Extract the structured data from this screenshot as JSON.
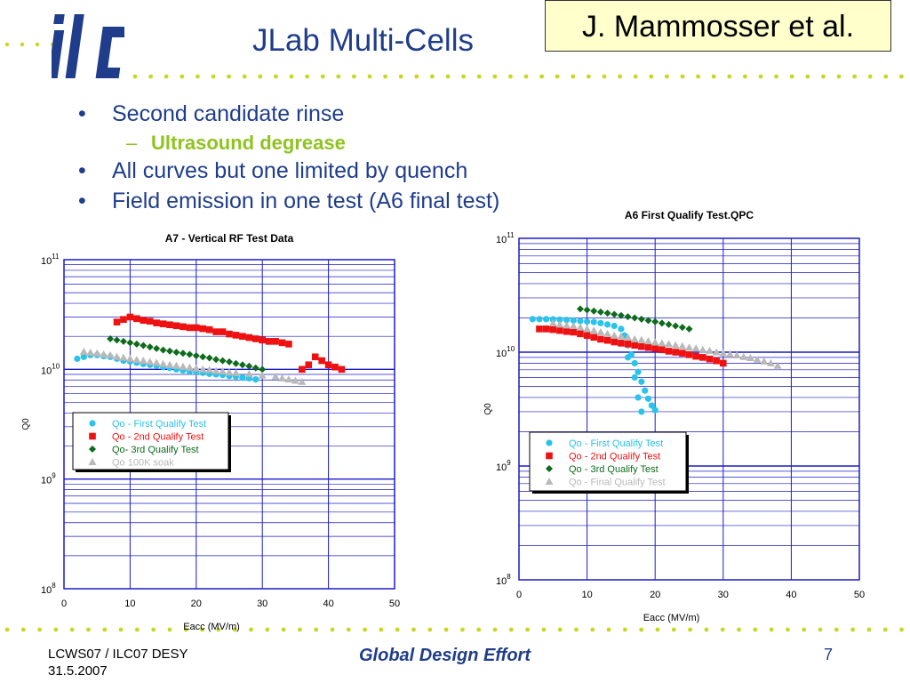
{
  "header": {
    "title": "JLab Multi-Cells",
    "author": "J. Mammosser et al."
  },
  "bullets": [
    {
      "text": "Second candidate rinse",
      "sub": "Ultrasound degrease"
    },
    {
      "text": "All curves but one limited by quench"
    },
    {
      "text": "Field emission in one test (A6 final test)"
    }
  ],
  "footer": {
    "conference": "LCWS07 / ILC07 DESY",
    "date": "31.5.2007",
    "center": "Global Design Effort",
    "page": "7"
  },
  "colors": {
    "title_blue": "#1f3d8a",
    "accent_green": "#8fc31f",
    "dot_yellow": "#c8d820",
    "grid_blue": "#1a1acc",
    "cyan": "#29c3ec",
    "red": "#ee1111",
    "green": "#0e6b1c",
    "gray": "#b9b9b9"
  },
  "chart_data": [
    {
      "type": "scatter",
      "title": "A7 - Vertical RF Test Data",
      "xlabel": "Eacc (MV/m)",
      "ylabel": "Q0",
      "xlim": [
        0,
        50
      ],
      "ylim": [
        100000000,
        100000000000
      ],
      "yscale": "log",
      "xticks": [
        "0",
        "10",
        "20",
        "30",
        "40",
        "50"
      ],
      "yticks": [
        "10^8",
        "10^9",
        "10^10",
        "10^11"
      ],
      "legend_position": "center-left",
      "series": [
        {
          "name": "Qo - First Qualify Test",
          "marker": "circle",
          "color": "cyan",
          "x": [
            2,
            3,
            4,
            5,
            6,
            7,
            8,
            9,
            10,
            11,
            12,
            13,
            14,
            15,
            16,
            17,
            18,
            19,
            20,
            21,
            22,
            23,
            24,
            25,
            26,
            27,
            28,
            29
          ],
          "y": [
            12500000000.0,
            13000000000.0,
            13500000000.0,
            13500000000.0,
            13200000000.0,
            13000000000.0,
            12500000000.0,
            12000000000.0,
            11800000000.0,
            11500000000.0,
            11200000000.0,
            11000000000.0,
            10800000000.0,
            10500000000.0,
            10300000000.0,
            10000000000.0,
            9800000000.0,
            9600000000.0,
            9500000000.0,
            9300000000.0,
            9100000000.0,
            9000000000.0,
            8900000000.0,
            8700000000.0,
            8600000000.0,
            8400000000.0,
            8300000000.0,
            8100000000.0
          ]
        },
        {
          "name": "Qo - 2nd Qualify Test",
          "marker": "square",
          "color": "red",
          "x": [
            8,
            9,
            10,
            11,
            12,
            13,
            14,
            15,
            16,
            17,
            18,
            19,
            20,
            21,
            22,
            23,
            24,
            25,
            26,
            27,
            28,
            29,
            30,
            31,
            32,
            33,
            34,
            36,
            37,
            38,
            39,
            40,
            41,
            42
          ],
          "y": [
            27000000000.0,
            28500000000.0,
            30000000000.0,
            29000000000.0,
            28000000000.0,
            27500000000.0,
            26500000000.0,
            26000000000.0,
            25500000000.0,
            25000000000.0,
            24500000000.0,
            24000000000.0,
            24000000000.0,
            23500000000.0,
            23000000000.0,
            22000000000.0,
            22000000000.0,
            21000000000.0,
            20500000000.0,
            20000000000.0,
            19500000000.0,
            19000000000.0,
            18500000000.0,
            18000000000.0,
            18000000000.0,
            17500000000.0,
            17000000000.0,
            10000000000.0,
            11000000000.0,
            13000000000.0,
            12000000000.0,
            11000000000.0,
            10500000000.0,
            10000000000.0
          ]
        },
        {
          "name": "Qo- 3rd Qualify Test",
          "marker": "diamond",
          "color": "green",
          "x": [
            7,
            8,
            9,
            10,
            11,
            12,
            13,
            14,
            15,
            16,
            17,
            18,
            19,
            20,
            21,
            22,
            23,
            24,
            25,
            26,
            27,
            28,
            29,
            30
          ],
          "y": [
            19000000000.0,
            18500000000.0,
            18000000000.0,
            17500000000.0,
            17000000000.0,
            16500000000.0,
            16000000000.0,
            15500000000.0,
            15000000000.0,
            14700000000.0,
            14300000000.0,
            14000000000.0,
            13700000000.0,
            13300000000.0,
            13000000000.0,
            12700000000.0,
            12300000000.0,
            12000000000.0,
            11700000000.0,
            11300000000.0,
            11000000000.0,
            10700000000.0,
            10300000000.0,
            10000000000.0
          ]
        },
        {
          "name": "Qo 100K soak",
          "marker": "triangle",
          "color": "gray",
          "x": [
            3,
            4,
            5,
            6,
            7,
            8,
            9,
            10,
            11,
            12,
            13,
            14,
            15,
            16,
            17,
            18,
            19,
            20,
            21,
            22,
            23,
            24,
            25,
            26,
            28,
            30,
            32,
            33,
            34,
            35,
            36
          ],
          "y": [
            14500000000.0,
            14200000000.0,
            14000000000.0,
            13700000000.0,
            13500000000.0,
            13000000000.0,
            12800000000.0,
            12500000000.0,
            12200000000.0,
            12000000000.0,
            11700000000.0,
            11500000000.0,
            11200000000.0,
            11000000000.0,
            10800000000.0,
            10600000000.0,
            10400000000.0,
            10200000000.0,
            10000000000.0,
            9900000000.0,
            9700000000.0,
            9600000000.0,
            9400000000.0,
            9300000000.0,
            9100000000.0,
            8800000000.0,
            8600000000.0,
            8300000000.0,
            8100000000.0,
            7900000000.0,
            7700000000.0
          ]
        }
      ]
    },
    {
      "type": "scatter",
      "title": "A6 First Qualify Test.QPC",
      "xlabel": "Eacc (MV/m)",
      "ylabel": "Q0",
      "xlim": [
        0,
        50
      ],
      "ylim": [
        100000000,
        100000000000
      ],
      "yscale": "log",
      "xticks": [
        "0",
        "10",
        "20",
        "30",
        "40",
        "50"
      ],
      "yticks": [
        "10^8",
        "10^9",
        "10^10",
        "10^11"
      ],
      "legend_position": "center-right",
      "series": [
        {
          "name": "Qo - First Qualify Test",
          "marker": "circle",
          "color": "cyan",
          "x": [
            2,
            3,
            4,
            5,
            6,
            7,
            8,
            9,
            10,
            11,
            12,
            13,
            14,
            15,
            15.5,
            16,
            16.5,
            17,
            17.5,
            18,
            18.5,
            19,
            19.5,
            20,
            16,
            17,
            17.5,
            18
          ],
          "y": [
            19500000000.0,
            19500000000.0,
            19500000000.0,
            19400000000.0,
            19300000000.0,
            19200000000.0,
            19000000000.0,
            18800000000.0,
            18600000000.0,
            18400000000.0,
            18000000000.0,
            17500000000.0,
            17000000000.0,
            16000000000.0,
            14000000000.0,
            11500000000.0,
            9500000000.0,
            8000000000.0,
            6700000000.0,
            5500000000.0,
            4600000000.0,
            3900000000.0,
            3400000000.0,
            3100000000.0,
            9000000000.0,
            6000000000.0,
            4000000000.0,
            3000000000.0
          ]
        },
        {
          "name": "Qo - 2nd Qualify Test",
          "marker": "square",
          "color": "red",
          "x": [
            3,
            4,
            5,
            6,
            7,
            8,
            9,
            10,
            11,
            12,
            13,
            14,
            15,
            16,
            17,
            18,
            19,
            20,
            21,
            22,
            23,
            24,
            25,
            26,
            27,
            28,
            29,
            30
          ],
          "y": [
            16000000000.0,
            16000000000.0,
            15800000000.0,
            15500000000.0,
            15200000000.0,
            15000000000.0,
            14500000000.0,
            14000000000.0,
            13500000000.0,
            13000000000.0,
            12700000000.0,
            12300000000.0,
            12000000000.0,
            11800000000.0,
            11500000000.0,
            11200000000.0,
            11000000000.0,
            10800000000.0,
            10500000000.0,
            10200000000.0,
            10000000000.0,
            9800000000.0,
            9500000000.0,
            9200000000.0,
            9000000000.0,
            8700000000.0,
            8400000000.0,
            8000000000.0
          ]
        },
        {
          "name": "Qo - 3rd Qualify Test",
          "marker": "diamond",
          "color": "green",
          "x": [
            9,
            10,
            11,
            12,
            13,
            14,
            15,
            16,
            17,
            18,
            19,
            20,
            21,
            22,
            23,
            24,
            25
          ],
          "y": [
            24000000000.0,
            23500000000.0,
            23000000000.0,
            22500000000.0,
            22000000000.0,
            21500000000.0,
            21000000000.0,
            20500000000.0,
            20000000000.0,
            19500000000.0,
            19000000000.0,
            18500000000.0,
            18000000000.0,
            17500000000.0,
            17000000000.0,
            16500000000.0,
            16000000000.0
          ]
        },
        {
          "name": "Qo - Final Qualify Test",
          "marker": "triangle",
          "color": "gray",
          "x": [
            5,
            6,
            7,
            8,
            9,
            10,
            11,
            12,
            13,
            14,
            15,
            16,
            17,
            18,
            19,
            20,
            21,
            22,
            23,
            24,
            25,
            26,
            27,
            28,
            29,
            30,
            31,
            32,
            33,
            34,
            35,
            36,
            37,
            38
          ],
          "y": [
            18000000000.0,
            17500000000.0,
            17200000000.0,
            17000000000.0,
            16500000000.0,
            16000000000.0,
            15500000000.0,
            15000000000.0,
            14500000000.0,
            14000000000.0,
            13800000000.0,
            13500000000.0,
            13000000000.0,
            12800000000.0,
            12500000000.0,
            12200000000.0,
            12000000000.0,
            11800000000.0,
            11500000000.0,
            11300000000.0,
            11000000000.0,
            10800000000.0,
            10500000000.0,
            10300000000.0,
            10000000000.0,
            9800000000.0,
            9600000000.0,
            9400000000.0,
            9100000000.0,
            8900000000.0,
            8600000000.0,
            8300000000.0,
            8000000000.0,
            7600000000.0
          ]
        }
      ]
    }
  ]
}
